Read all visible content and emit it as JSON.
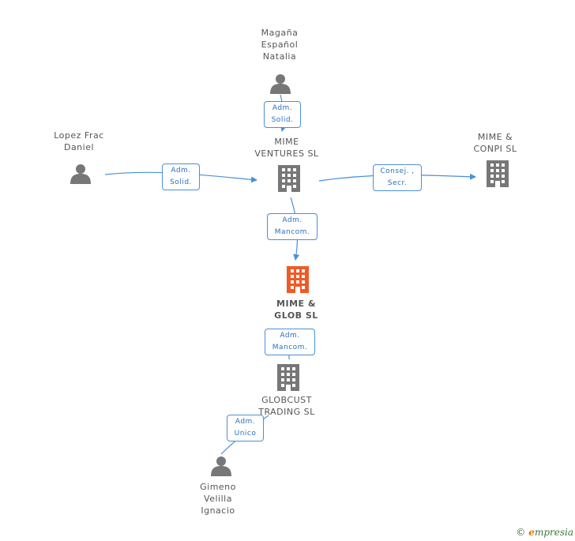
{
  "nodes": {
    "magana": {
      "lines": [
        "Magaña",
        "Español",
        "Natalia"
      ],
      "kind": "person"
    },
    "lopez": {
      "lines": [
        "Lopez Frac",
        "Daniel"
      ],
      "kind": "person"
    },
    "mime_ventures": {
      "lines": [
        "MIME",
        "VENTURES  SL"
      ],
      "kind": "company"
    },
    "mime_conpi": {
      "lines": [
        "MIME &",
        "CONPI  SL"
      ],
      "kind": "company"
    },
    "mime_glob": {
      "lines": [
        "MIME &",
        "GLOB  SL"
      ],
      "kind": "company-main"
    },
    "globcust": {
      "lines": [
        "GLOBCUST",
        "TRADING  SL"
      ],
      "kind": "company"
    },
    "gimeno": {
      "lines": [
        "Gimeno",
        "Velilla",
        "Ignacio"
      ],
      "kind": "person"
    }
  },
  "edges": {
    "magana_to_ventures": [
      "Adm.",
      "Solid."
    ],
    "lopez_to_ventures": [
      "Adm.",
      "Solid."
    ],
    "ventures_to_conpi": [
      "Consej. ,",
      "Secr."
    ],
    "ventures_to_glob": [
      "Adm.",
      "Mancom."
    ],
    "globcust_to_glob": [
      "Adm.",
      "Mancom."
    ],
    "gimeno_to_globcust": [
      "Adm.",
      "Unico"
    ]
  },
  "footer": {
    "copyright": "©",
    "brand_initial": "e",
    "brand_rest": "mpresia"
  },
  "colors": {
    "edge": "#4a90d9",
    "icon": "#777777",
    "main": "#f05a28",
    "label_text": "#555555"
  }
}
